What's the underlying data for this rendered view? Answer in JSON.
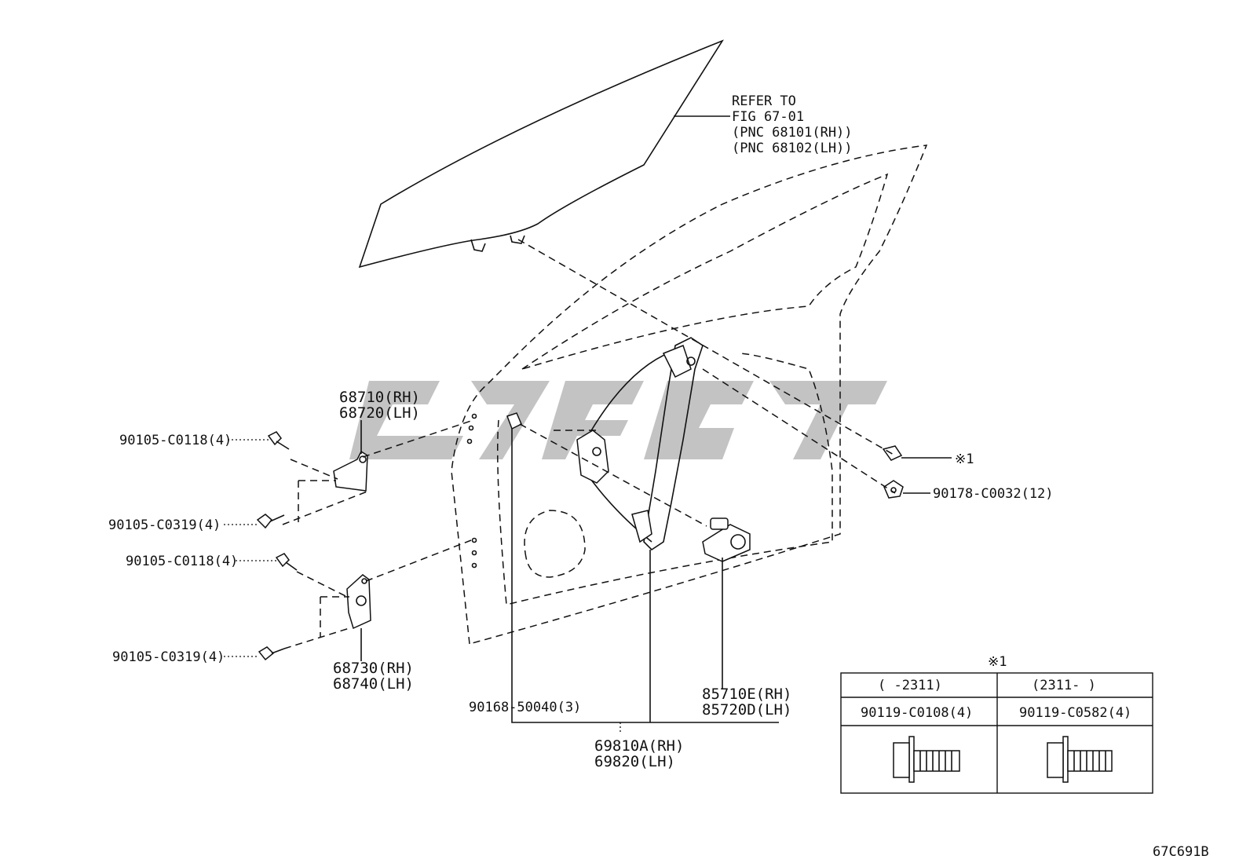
{
  "glass_ref": {
    "line1": "REFER TO",
    "line2": "FIG 67-01",
    "line3": "(PNC 68101(RH))",
    "line4": "(PNC 68102(LH))"
  },
  "callouts": {
    "hinge_upper_rh": "68710(RH)",
    "hinge_upper_lh": "68720(LH)",
    "hinge_lower_rh": "68730(RH)",
    "hinge_lower_lh": "68740(LH)",
    "bolt_c0118_upper": "90105-C0118(4)",
    "bolt_c0319_upper": "90105-C0319(4)",
    "bolt_c0118_lower": "90105-C0118(4)",
    "bolt_c0319_lower": "90105-C0319(4)",
    "bolt_50040": "90168-50040(3)",
    "regulator_rh": "69810A(RH)",
    "regulator_lh": "69820(LH)",
    "motor_rh": "85710E(RH)",
    "motor_lh": "85720D(LH)",
    "note_mark": "※1",
    "nut_c0032": "90178-C0032(12)"
  },
  "variant_table": {
    "title": "※1",
    "col1_range": "(      -2311)",
    "col2_range": "(2311-      )",
    "col1_part": "90119-C0108(4)",
    "col2_part": "90119-C0582(4)"
  },
  "figure_id": "67C691B"
}
